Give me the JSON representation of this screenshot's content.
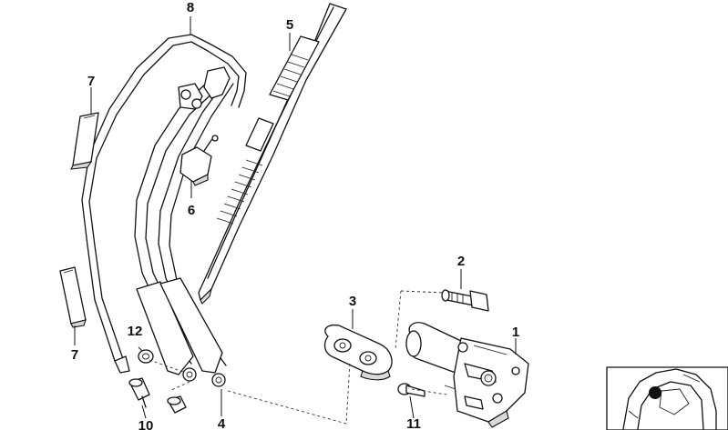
{
  "diagram": {
    "callouts": [
      {
        "id": "1",
        "text": "1"
      },
      {
        "id": "2",
        "text": "2"
      },
      {
        "id": "3",
        "text": "3"
      },
      {
        "id": "4",
        "text": "4"
      },
      {
        "id": "5",
        "text": "5"
      },
      {
        "id": "6",
        "text": "6"
      },
      {
        "id": "7a",
        "text": "7"
      },
      {
        "id": "7b",
        "text": "7"
      },
      {
        "id": "8",
        "text": "8"
      },
      {
        "id": "10",
        "text": "10"
      },
      {
        "id": "11",
        "text": "11"
      },
      {
        "id": "12",
        "text": "12"
      }
    ],
    "colors": {
      "line": "#111111",
      "background": "#ffffff",
      "fill": "#ffffff",
      "shade": "#d9d9d9"
    }
  }
}
